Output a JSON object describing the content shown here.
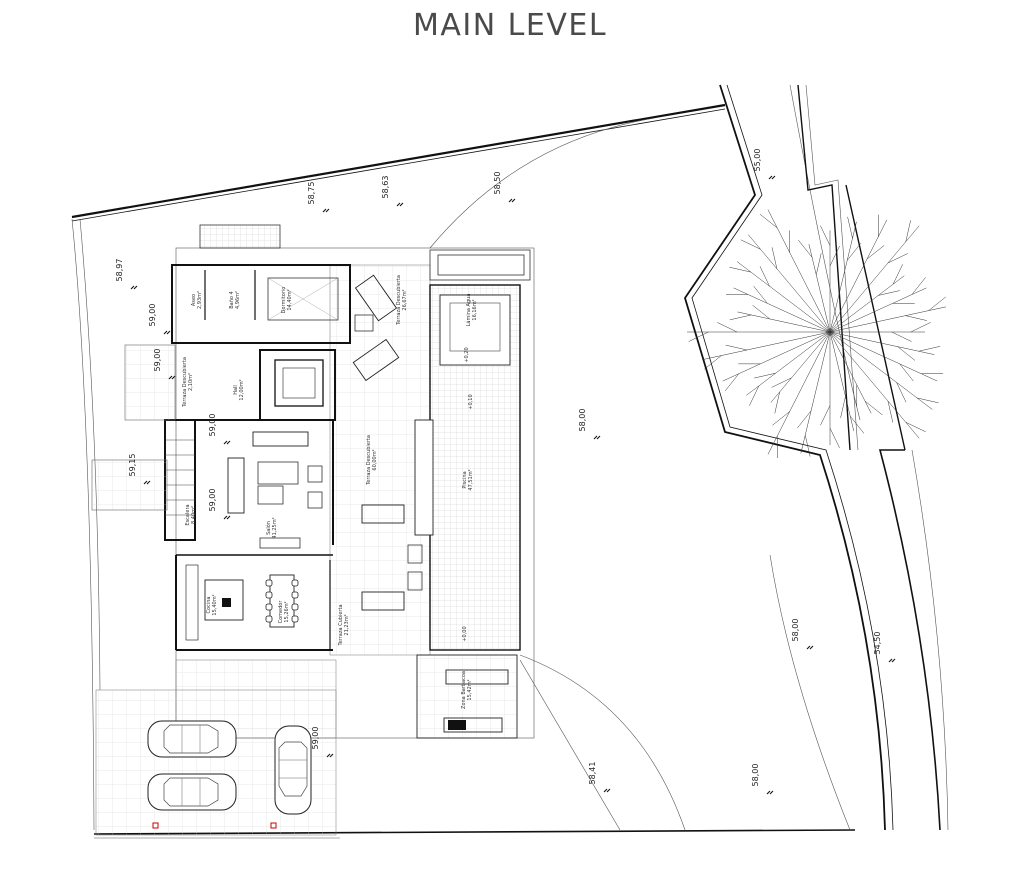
{
  "title": "MAIN LEVEL",
  "levels": [
    "58,97",
    "58,75",
    "58,63",
    "58,50",
    "55,00",
    "59,00",
    "59,00",
    "59,15",
    "59,00",
    "58,00",
    "58,00",
    "54,50",
    "58,41",
    "58,00",
    "59,00",
    "59,00"
  ],
  "rooms": [
    {
      "name": "Aseo",
      "area": "2,93m²"
    },
    {
      "name": "Baño 4",
      "area": "4,96m²"
    },
    {
      "name": "Dormitorio",
      "area": "14,40m²"
    },
    {
      "name": "Terraza Descubierta",
      "area": "26,67m²"
    },
    {
      "name": "Terraza Descubierta",
      "area": "2,10m²"
    },
    {
      "name": "Hall",
      "area": "12,00m²"
    },
    {
      "name": "Lámina Agua",
      "area": "16,16m²"
    },
    {
      "name": "Terraza Descubierta",
      "area": "60,00m²"
    },
    {
      "name": "Piscina",
      "area": "47,51m²"
    },
    {
      "name": "Escalera",
      "area": "8,40m²"
    },
    {
      "name": "Salón",
      "area": "41,25m²"
    },
    {
      "name": "Cocina",
      "area": "15,40m²"
    },
    {
      "name": "Comedor",
      "area": "15,26m²"
    },
    {
      "name": "Terraza Cubierta",
      "area": "21,23m²"
    },
    {
      "name": "Zona Barbacoa",
      "area": "15,42m²"
    }
  ],
  "pool_marks": [
    "+0,20",
    "+0,10",
    "+0,00"
  ]
}
